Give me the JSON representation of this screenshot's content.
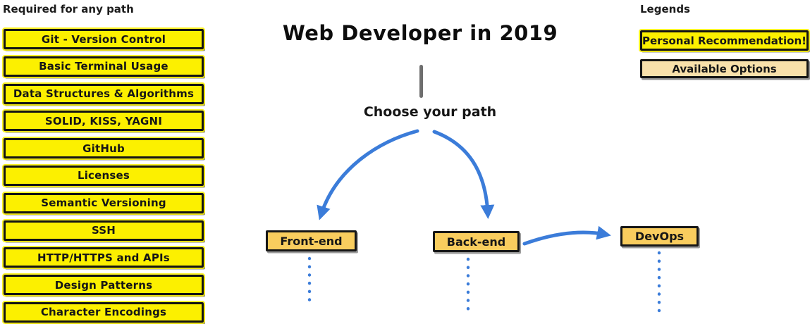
{
  "left_panel": {
    "heading": "Required for any path",
    "items": [
      "Git - Version Control",
      "Basic Terminal Usage",
      "Data Structures & Algorithms",
      "SOLID, KISS, YAGNI",
      "GitHub",
      "Licenses",
      "Semantic Versioning",
      "SSH",
      "HTTP/HTTPS and APIs",
      "Design Patterns",
      "Character Encodings"
    ]
  },
  "center": {
    "title": "Web Developer in 2019",
    "subtitle": "Choose your path",
    "path_nodes": [
      "Front-end",
      "Back-end",
      "DevOps"
    ]
  },
  "legends": {
    "heading": "Legends",
    "items": [
      {
        "label": "Personal Recommendation!",
        "color": "#FCF000"
      },
      {
        "label": "Available Options",
        "color": "#F8E0AA"
      }
    ]
  },
  "colors": {
    "recommendation_yellow": "#FCF000",
    "path_node_amber": "#F9CD5E",
    "available_option_peach": "#F8E0AA",
    "arrow_blue": "#3B7CD9",
    "connector_gray": "#6E6E6E",
    "border_black": "#141414"
  }
}
